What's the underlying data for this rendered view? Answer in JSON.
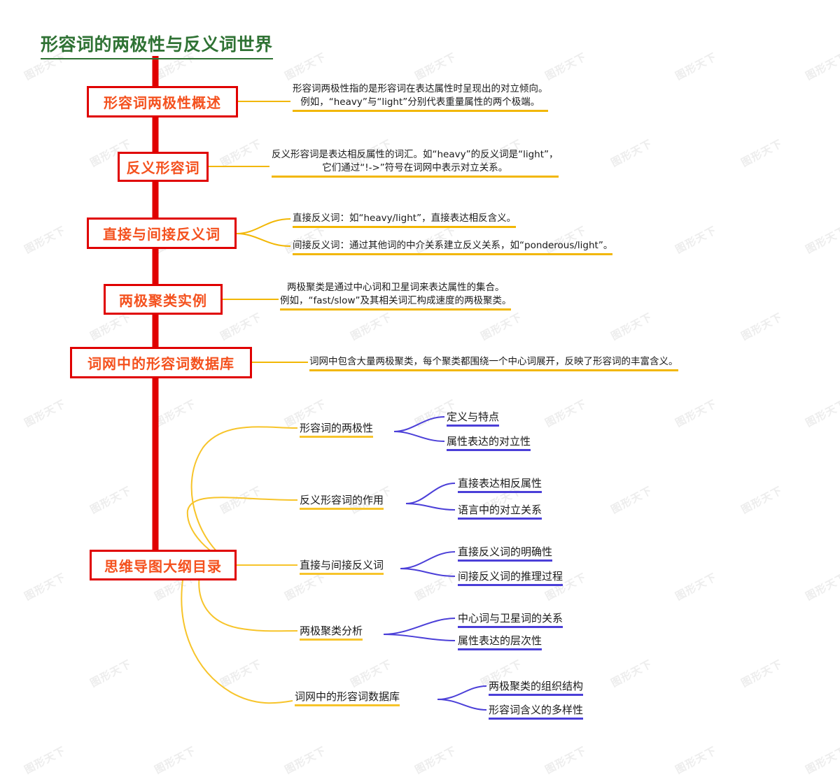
{
  "title": "形容词的两极性与反义词世界",
  "colors": {
    "title": "#2f7234",
    "spine": "#e00000",
    "node_border": "#e00000",
    "node_text": "#f4511e",
    "branch_orange": "#f2b705",
    "branch_blue": "#4b3fd8",
    "background": "#ffffff",
    "watermark": "#ededed"
  },
  "watermark_text": "图形天下",
  "main_nodes": [
    {
      "label": "形容词两极性概述",
      "descriptions": [
        "形容词两极性指的是形容词在表达属性时呈现出的对立倾向。\n例如，“heavy”与“light”分别代表重量属性的两个极端。"
      ]
    },
    {
      "label": "反义形容词",
      "descriptions": [
        "反义形容词是表达相反属性的词汇。如“heavy”的反义词是“light”，\n它们通过“!->”符号在词网中表示对立关系。"
      ]
    },
    {
      "label": "直接与间接反义词",
      "descriptions": [
        "直接反义词：如“heavy/light”，直接表达相反含义。",
        "间接反义词：通过其他词的中介关系建立反义关系，如“ponderous/light”。"
      ]
    },
    {
      "label": "两极聚类实例",
      "descriptions": [
        "两极聚类是通过中心词和卫星词来表达属性的集合。\n例如，“fast/slow”及其相关词汇构成速度的两极聚类。"
      ]
    },
    {
      "label": "词网中的形容词数据库",
      "descriptions": [
        "词网中包含大量两极聚类，每个聚类都围绕一个中心词展开，反映了形容词的丰富含义。"
      ]
    },
    {
      "label": "思维导图大纲目录",
      "descriptions": []
    }
  ],
  "outline": {
    "root_label": "思维导图大纲目录",
    "branches": [
      {
        "label": "形容词的两极性",
        "children": [
          "定义与特点",
          "属性表达的对立性"
        ]
      },
      {
        "label": "反义形容词的作用",
        "children": [
          "直接表达相反属性",
          "语言中的对立关系"
        ]
      },
      {
        "label": "直接与间接反义词",
        "children": [
          "直接反义词的明确性",
          "间接反义词的推理过程"
        ]
      },
      {
        "label": "两极聚类分析",
        "children": [
          "中心词与卫星词的关系",
          "属性表达的层次性"
        ]
      },
      {
        "label": "词网中的形容词数据库",
        "children": [
          "两极聚类的组织结构",
          "形容词含义的多样性"
        ]
      }
    ]
  }
}
